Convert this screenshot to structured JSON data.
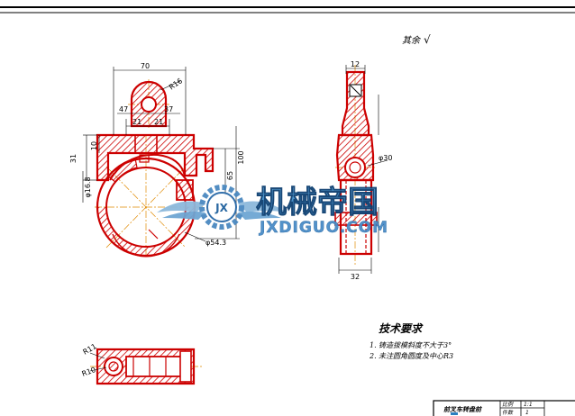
{
  "roughness": {
    "label": "其余",
    "symbol": "√"
  },
  "dimensions": {
    "front_width": "70",
    "radius_top": "R16",
    "left_offset": "47",
    "right_offset": "37",
    "span_a": "21",
    "span_b": "21",
    "height_a": "10",
    "height_total": "31",
    "hole_dia": "φ16.8",
    "height_mid": "65",
    "height_full": "100",
    "bore_dia": "φ54.3",
    "side_top": "12",
    "side_dia": "φ30",
    "side_bottom": "32",
    "plan_r1": "R11",
    "plan_r2": "R10"
  },
  "watermark": {
    "brand": "机械帝国",
    "url": "JXDIGUO.COM",
    "logo_letters": "JX"
  },
  "tech_requirements": {
    "title": "技术要求",
    "items": [
      {
        "num": "1.",
        "text": "铸造拔模斜度不大于3°"
      },
      {
        "num": "2.",
        "text": "未注圆角圆度及中心R3"
      }
    ]
  },
  "title_block": {
    "name": "前叉车转盘前",
    "scale_label": "比例",
    "scale_value": "1:1",
    "qty_label": "件数",
    "qty_value": "1"
  },
  "colors": {
    "outline": "#cc0000",
    "hatch": "#cc0000",
    "center": "#e08a00",
    "dim": "#000000",
    "brand": "#2a7fc0"
  }
}
